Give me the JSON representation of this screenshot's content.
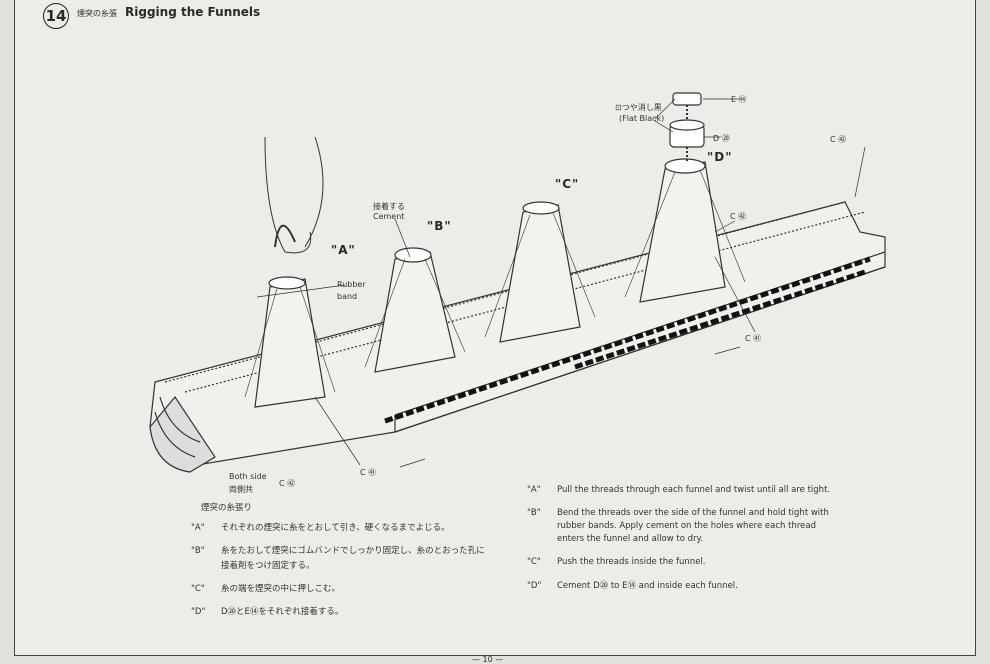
{
  "header": {
    "step_number": "14",
    "title_jp": "煙突の糸張",
    "title_en": "Rigging the Funnels"
  },
  "diagram_labels": {
    "a": "\"A\"",
    "b": "\"B\"",
    "c": "\"C\"",
    "d": "\"D\"",
    "rubber_band_1": "Rubber",
    "rubber_band_2": "band",
    "cement_jp": "接着する",
    "cement_en": "Cement",
    "both_side_en": "Both side",
    "both_side_jp": "両側共",
    "c42_a": "C ㊷",
    "c41_a": "C ㊶",
    "c41_b": "C ㊶",
    "c42_b": "C ㊷",
    "c42_c": "C ㊷",
    "e14": "E ⑭",
    "d20": "D ⑳",
    "flat_black_jp": "⊡つや消し黒",
    "flat_black_en": "(Flat Black)"
  },
  "instructions_jp": {
    "heading": "煙突の糸張り",
    "items": [
      {
        "key": "\"A\"",
        "text": "それぞれの煙突に糸をとおして引き、硬くなるまでよじる。"
      },
      {
        "key": "\"B\"",
        "text": "糸をたおして煙突にゴムバンドでしっかり固定し、糸のとおった孔に",
        "text2": "接着剤をつけ固定する。"
      },
      {
        "key": "\"C\"",
        "text": "糸の端を煙突の中に押しこむ。"
      },
      {
        "key": "\"D\"",
        "text": "D⑳とE⑭をそれぞれ接着する。"
      }
    ]
  },
  "instructions_en": {
    "items": [
      {
        "key": "\"A\"",
        "text": "Pull the threads through each funnel and twist until all are tight."
      },
      {
        "key": "\"B\"",
        "text": "Bend the threads over the side of the funnel and hold tight with",
        "text2": "rubber bands.  Apply cement on the holes where each thread",
        "text3": "enters the funnel and allow to dry."
      },
      {
        "key": "\"C\"",
        "text": "Push the threads inside the funnel."
      },
      {
        "key": "\"D\"",
        "text": "Cement D⑳ to E⑭ and inside each funnel."
      }
    ]
  },
  "page_number": "— 10 —"
}
